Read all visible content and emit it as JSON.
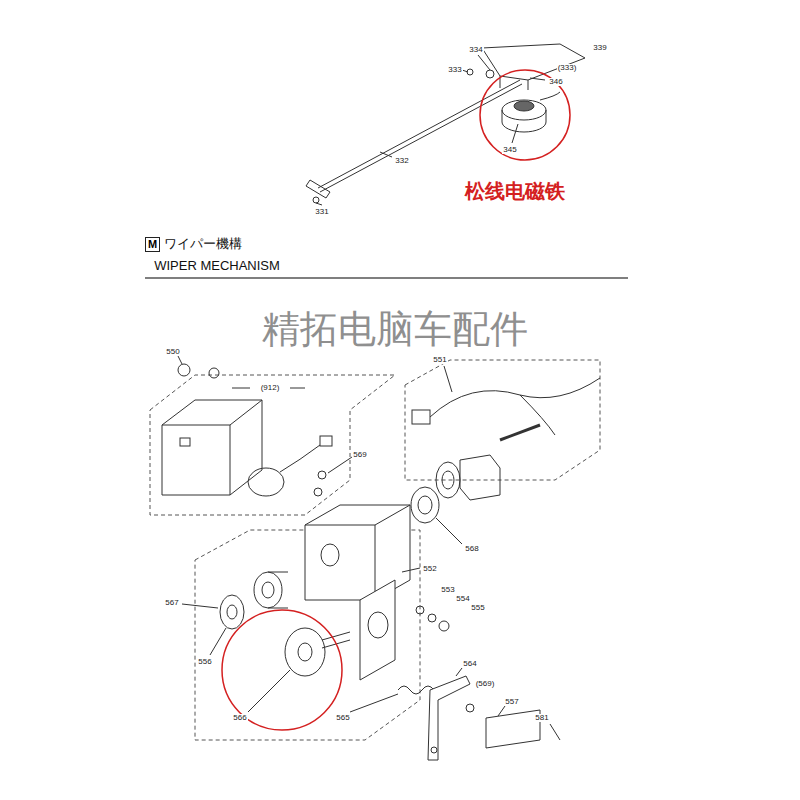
{
  "diagram": {
    "title": "ワイパー機構",
    "nodes": [
      {
        "text": [
          "M"
        ]
      }
    ],
    "labels": [
      "334",
      "339",
      "333",
      "(333)",
      "346",
      "345",
      "332",
      "331",
      "松线电磁铁",
      "WIPER MECHANISM",
      "精拓电脑车配件",
      "550",
      "(912)",
      "551",
      "569",
      "568",
      "552",
      "553",
      "554",
      "555",
      "567",
      "556",
      "566",
      "565",
      "564",
      "(569)",
      "557",
      "581"
    ]
  }
}
